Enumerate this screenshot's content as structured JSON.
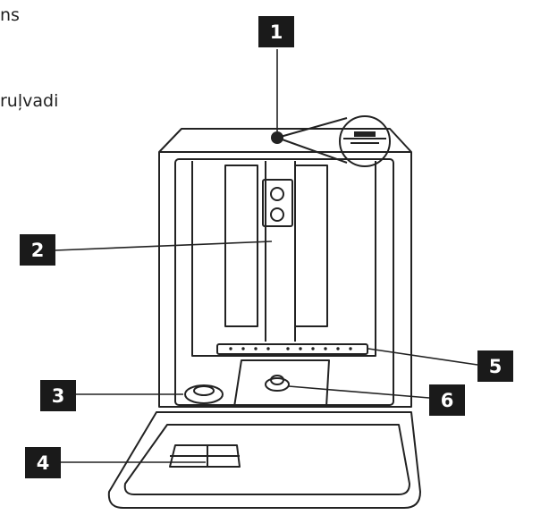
{
  "text_fragments": [
    "ns",
    "ruļvadi"
  ],
  "colors": {
    "line": "#222222",
    "callout_bg": "#1a1a1a",
    "callout_text": "#ffffff"
  },
  "callouts": [
    "1",
    "2",
    "3",
    "4",
    "5",
    "6"
  ]
}
